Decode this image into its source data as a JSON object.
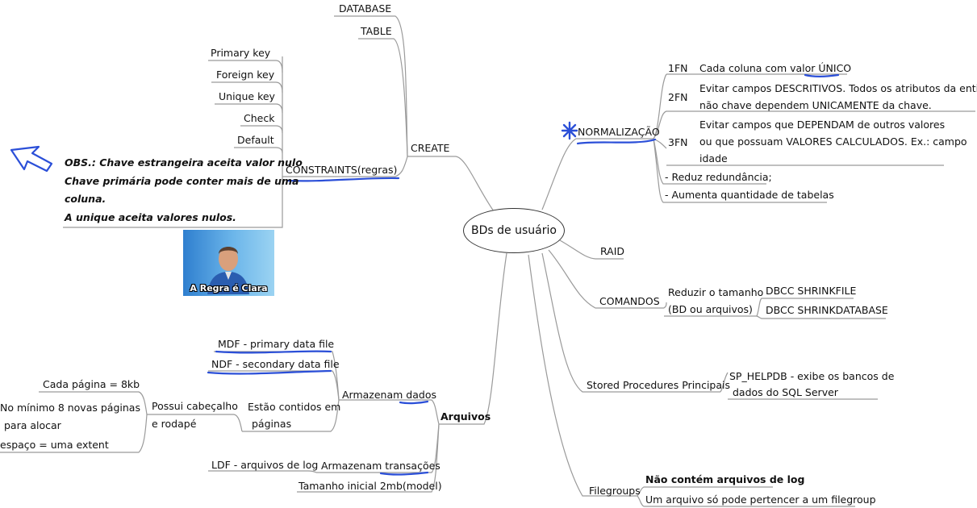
{
  "center": {
    "label": "BDs de usuário"
  },
  "create": {
    "label": "CREATE",
    "database": "DATABASE",
    "table": "TABLE",
    "constraints": {
      "label": "CONSTRAINTS(regras)",
      "items": [
        "Primary key",
        "Foreign key",
        "Unique key",
        "Check",
        "Default"
      ],
      "obs": [
        "OBS.: Chave estrangeira aceita valor nulo",
        "Chave primária pode conter mais de uma",
        "coluna.",
        "A unique aceita valores nulos."
      ],
      "photo_caption": "A Regra é Clara"
    }
  },
  "normalizacao": {
    "label": "NORMALIZAÇÃO",
    "fn1": {
      "label": "1FN",
      "text": "Cada coluna com valor ÚNICO"
    },
    "fn2": {
      "label": "2FN",
      "lines": [
        "Evitar campos DESCRITIVOS. Todos os atributos da entidade",
        "não chave dependem UNICAMENTE da chave."
      ]
    },
    "fn3": {
      "label": "3FN",
      "lines": [
        "Evitar campos que DEPENDAM de outros valores",
        "ou que possuam VALORES CALCULADOS. Ex.: campo",
        "idade"
      ]
    },
    "notes": [
      "- Reduz redundância;",
      "- Aumenta quantidade de tabelas"
    ]
  },
  "raid": {
    "label": "RAID"
  },
  "comandos": {
    "label": "COMANDOS",
    "reduzir": [
      "Reduzir o tamanho",
      "(BD ou arquivos)"
    ],
    "items": [
      "DBCC SHRINKFILE",
      "DBCC SHRINKDATABASE"
    ]
  },
  "stored": {
    "label": "Stored Procedures Principais",
    "helpdb": [
      "SP_HELPDB - exibe os bancos de",
      "dados do SQL Server"
    ]
  },
  "filegroups": {
    "label": "Filegroups",
    "items": [
      "Não contém arquivos de log",
      "Um arquivo só pode pertencer a um filegroup"
    ]
  },
  "arquivos": {
    "label": "Arquivos",
    "dados": {
      "label": "Armazenam dados",
      "mdf": "MDF - primary data file",
      "ndf": "NDF - secondary data file",
      "paginas": {
        "label": [
          "Estão contidos em",
          "páginas"
        ],
        "cabecalho": [
          "Possui cabeçalho",
          "e rodapé"
        ],
        "pagina_size": "Cada página = 8kb",
        "extent": [
          "No mínimo 8 novas páginas",
          "para alocar",
          "espaço = uma extent"
        ]
      }
    },
    "transacoes": {
      "label": "Armazenam transações",
      "ldf": "LDF - arquivos de log"
    },
    "tamanho": "Tamanho inicial 2mb(model)"
  },
  "colors": {
    "highlight": "#2b4fd8",
    "lines": "#9a9a9a",
    "text": "#111111"
  }
}
